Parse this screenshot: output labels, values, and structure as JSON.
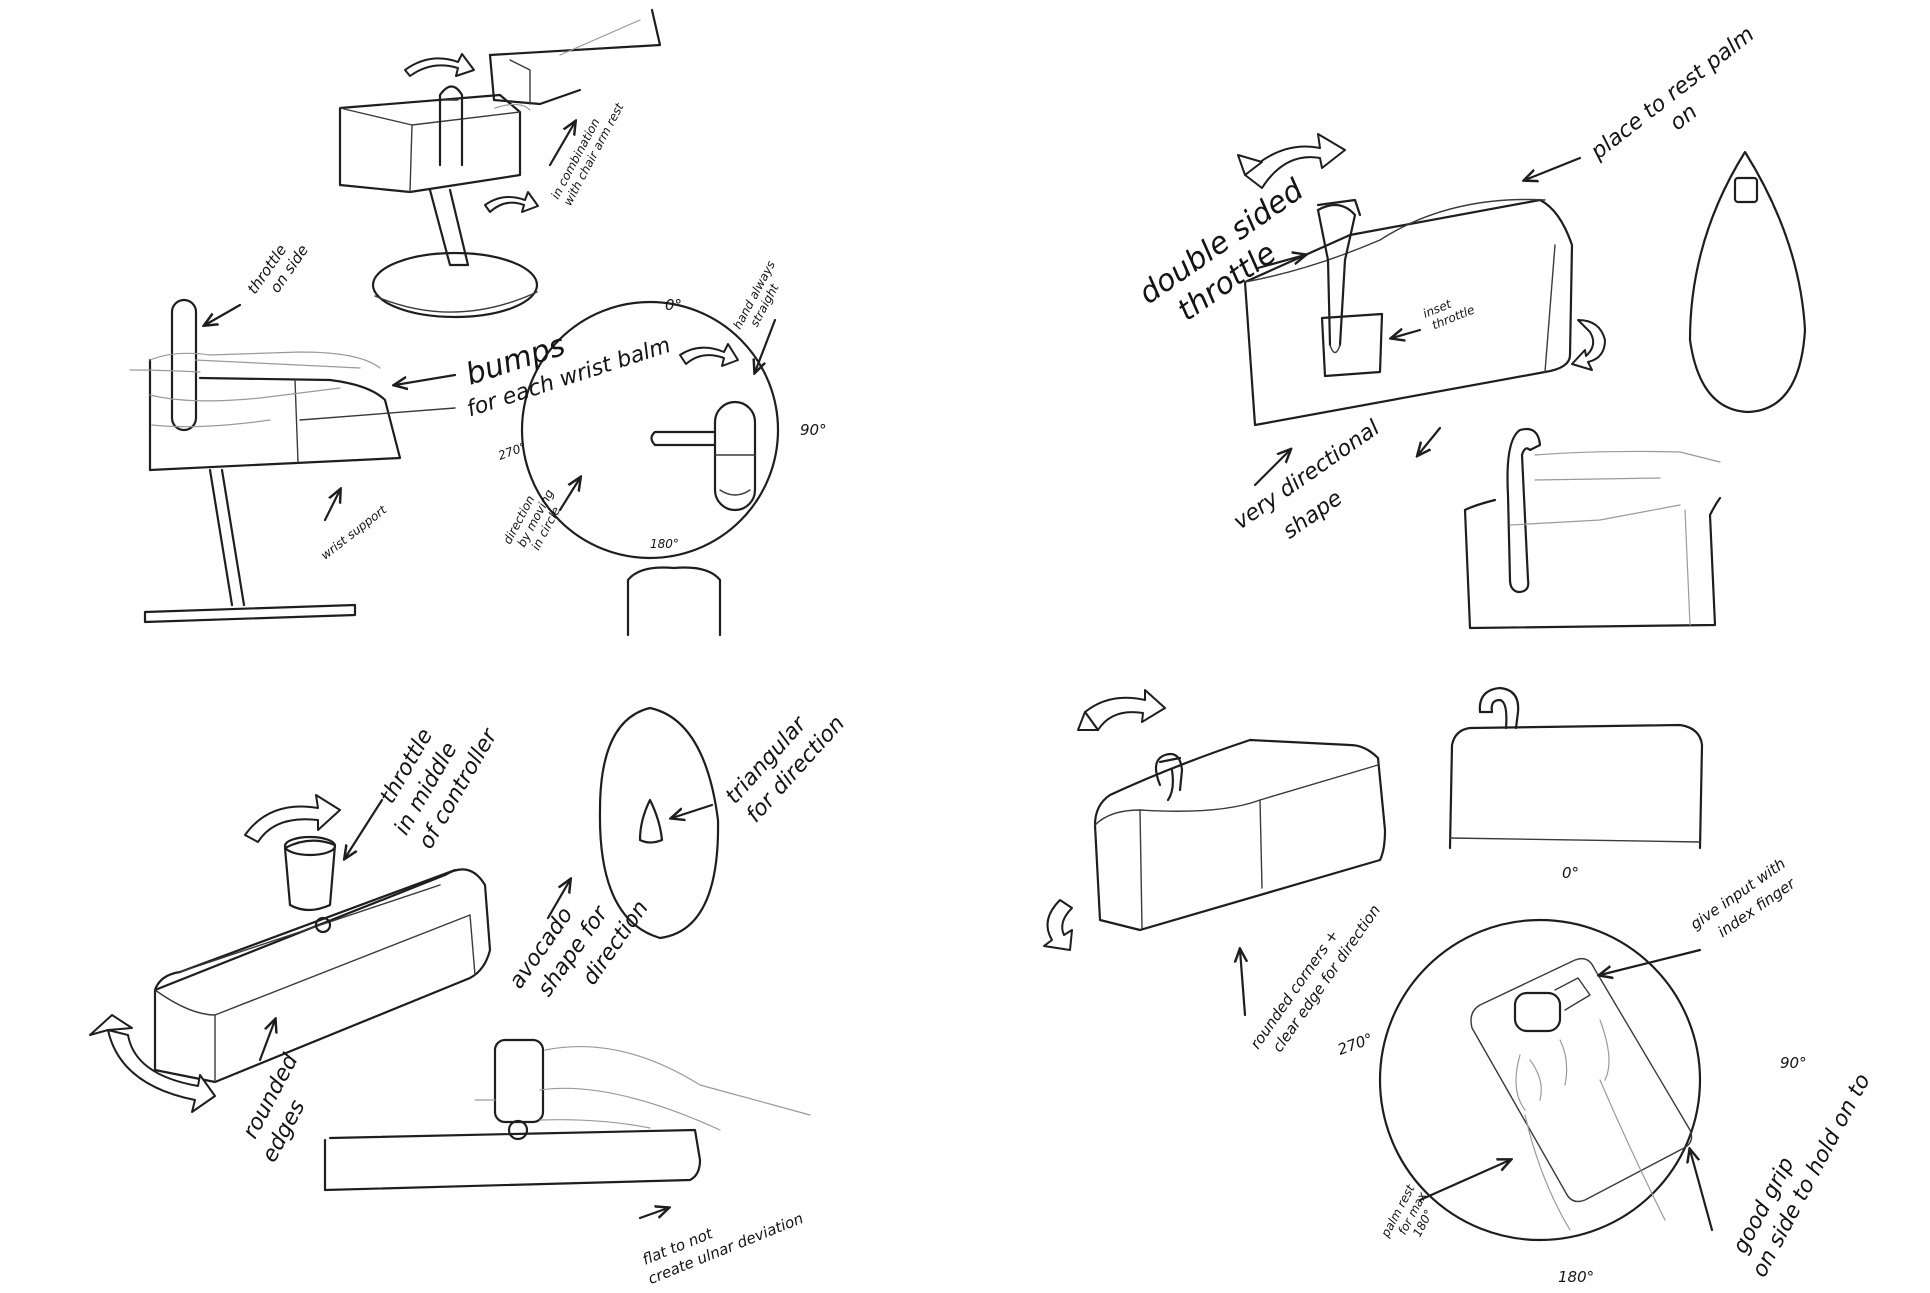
{
  "sketch1": {
    "annotations": {
      "arm_rest": [
        "in combination",
        "with chair arm rest"
      ],
      "throttle_side": [
        "throttle",
        "on side"
      ],
      "bumps": [
        "bumps",
        "for each wrist balm"
      ],
      "wrist_support": "wrist support",
      "hand_straight": [
        "hand always",
        "straight"
      ],
      "direction": [
        "direction",
        "by moving",
        "in circle"
      ]
    },
    "dial": {
      "top": "0°",
      "right": "90°",
      "bottom": "180°",
      "left": "270°"
    }
  },
  "sketch2": {
    "annotations": {
      "palm": [
        "place to rest palm",
        "on"
      ],
      "double_sided": [
        "double sided",
        "throttle"
      ],
      "inset": [
        "inset",
        "throttle"
      ],
      "directional": [
        "very directional",
        "shape"
      ]
    }
  },
  "sketch3": {
    "annotations": {
      "middle": [
        "throttle",
        "in middle",
        "of controller"
      ],
      "triangular": [
        "triangular",
        "for direction"
      ],
      "avocado": [
        "avocado",
        "shape for",
        "direction"
      ],
      "rounded": [
        "rounded",
        "edges"
      ],
      "flat": [
        "flat to not",
        "create ulnar deviation"
      ]
    }
  },
  "sketch4": {
    "annotations": {
      "corners": [
        "rounded corners +",
        "clear edge for direction"
      ],
      "input": [
        "give input with",
        "index finger"
      ],
      "palm_rest": [
        "palm rest",
        "for max",
        "180°"
      ],
      "grip": [
        "good grip",
        "on side to hold on to"
      ]
    },
    "dial": {
      "top": "0°",
      "right": "90°",
      "bottom": "180°",
      "left": "270°"
    }
  }
}
